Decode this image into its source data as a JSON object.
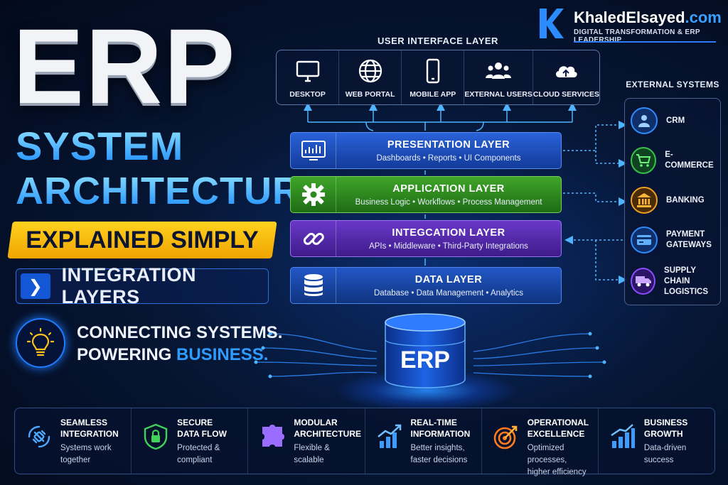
{
  "brand": {
    "name": "KhaledElsayed",
    "domain": ".com",
    "tagline": "DIGITAL TRANSFORMATION & ERP LEADERSHIP",
    "logo_letter": "K"
  },
  "title": {
    "main": "ERP",
    "line2": "SYSTEM",
    "line3": "ARCHITECTURE",
    "banner": "EXPLAINED SIMPLY",
    "section": "INTEGRATION LAYERS",
    "tagline1": "CONNECTING SYSTEMS.",
    "tagline2_prefix": "POWERING ",
    "tagline2_highlight": "BUSINESS."
  },
  "ui_layer": {
    "label": "USER INTERFACE LAYER",
    "items": [
      {
        "label": "DESKTOP",
        "icon": "desktop-icon"
      },
      {
        "label": "WEB PORTAL",
        "icon": "globe-icon"
      },
      {
        "label": "MOBILE APP",
        "icon": "mobile-icon"
      },
      {
        "label": "EXTERNAL USERS",
        "icon": "users-icon"
      },
      {
        "label": "CLOUD SERVICES",
        "icon": "cloud-icon"
      }
    ]
  },
  "layers": [
    {
      "title": "PRESENTATION LAYER",
      "subtitle": "Dashboards  •  Reports  •  UI Components",
      "icon": "dashboard-icon",
      "color": "#2a62d8"
    },
    {
      "title": "APPLICATION LAYER",
      "subtitle": "Business Logic  •  Workflows  •  Process Management",
      "icon": "gear-icon",
      "color": "#3fa52a"
    },
    {
      "title": "INTEGCATION LAYER",
      "subtitle": "APIs  •  Middleware  •  Third-Party Integrations",
      "icon": "link-icon",
      "color": "#6a38c8"
    },
    {
      "title": "DATA LAYER",
      "subtitle": "Database  •  Data Management  •  Analytics",
      "icon": "database-icon",
      "color": "#2257c6"
    }
  ],
  "external": {
    "label": "EXTERNAL SYSTEMS",
    "items": [
      {
        "label": "CRM",
        "icon": "crm-user-icon",
        "color": "#2f8cff"
      },
      {
        "label": "E-COMMERCE",
        "icon": "cart-icon",
        "color": "#37c24a"
      },
      {
        "label": "BANKING",
        "icon": "bank-icon",
        "color": "#f0a020"
      },
      {
        "label": "PAYMENT GATEWAYS",
        "icon": "card-icon",
        "color": "#2f8cff"
      },
      {
        "label": "SUPPLY CHAIN LOGISTICS",
        "icon": "truck-icon",
        "color": "#8a4dff"
      }
    ]
  },
  "core": {
    "label": "ERP"
  },
  "benefits": [
    {
      "title1": "SEAMLESS",
      "title2": "INTEGRATION",
      "desc1": "Systems work",
      "desc2": "together",
      "icon": "plug-icon"
    },
    {
      "title1": "SECURE",
      "title2": "DATA FLOW",
      "desc1": "Protected &",
      "desc2": "compliant",
      "icon": "shield-lock-icon"
    },
    {
      "title1": "MODULAR",
      "title2": "ARCHITECTURE",
      "desc1": "Flexible &",
      "desc2": "scalable",
      "icon": "puzzle-icon"
    },
    {
      "title1": "REAL-TIME",
      "title2": "INFORMATION",
      "desc1": "Better insights,",
      "desc2": "faster decisions",
      "icon": "chart-up-icon"
    },
    {
      "title1": "OPERATIONAL",
      "title2": "EXCELLENCE",
      "desc1": "Optimized processes,",
      "desc2": "higher efficiency",
      "icon": "target-icon"
    },
    {
      "title1": "BUSINESS",
      "title2": "GROWTH",
      "desc1": "Data-driven",
      "desc2": "success",
      "icon": "growth-icon"
    }
  ],
  "colors": {
    "accent_blue": "#2f9cff",
    "banner_yellow": "#ffd21f"
  }
}
